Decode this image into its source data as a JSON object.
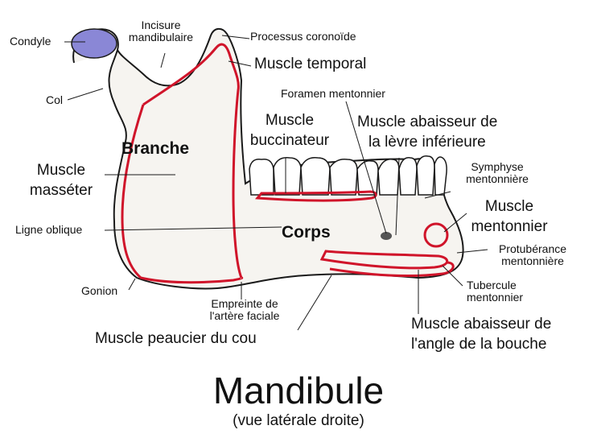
{
  "title": "Mandibule",
  "subtitle": "(vue latérale droite)",
  "colors": {
    "outline": "#1a1a1a",
    "muscle": "#d0142a",
    "condyle": "#8a87d6",
    "bone": "#f6f4f0"
  },
  "regions": {
    "branche": "Branche",
    "corps": "Corps"
  },
  "labels": {
    "condyle": "Condyle",
    "incisure_1": "Incisure",
    "incisure_2": "mandibulaire",
    "coronoide": "Processus coronoïde",
    "temporal": "Muscle temporal",
    "col": "Col",
    "foramen": "Foramen mentonnier",
    "buccinateur_1": "Muscle",
    "buccinateur_2": "buccinateur",
    "abaisseur_levre_1": "Muscle abaisseur de",
    "abaisseur_levre_2": "la  lèvre inférieure",
    "masseter_1": "Muscle",
    "masseter_2": "masséter",
    "symphyse_1": "Symphyse",
    "symphyse_2": "mentonnière",
    "mentonnier_1": "Muscle",
    "mentonnier_2": "mentonnier",
    "ligne_oblique": "Ligne oblique",
    "protuberance_1": "Protubérance",
    "protuberance_2": "mentonnière",
    "gonion": "Gonion",
    "tubercule_1": "Tubercule",
    "tubercule_2": "mentonnier",
    "empreinte_1": "Empreinte de",
    "empreinte_2": "l'artère faciale",
    "abaisseur_angle_1": "Muscle abaisseur de",
    "abaisseur_angle_2": "l'angle de la bouche",
    "peaucier": "Muscle peaucier du cou"
  }
}
